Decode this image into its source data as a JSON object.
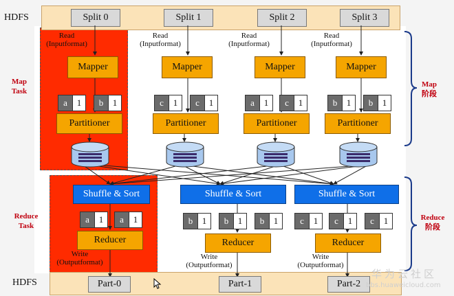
{
  "hdfs_top_label": "HDFS",
  "hdfs_bottom_label": "HDFS",
  "splits": [
    "Split 0",
    "Split 1",
    "Split 2",
    "Split 3"
  ],
  "read_label": "Read",
  "read_detail": "(Inputformat)",
  "mapper_label": "Mapper",
  "partitioner_label": "Partitioner",
  "map_kv": [
    [
      {
        "k": "a",
        "v": "1"
      },
      {
        "k": "b",
        "v": "1"
      }
    ],
    [
      {
        "k": "c",
        "v": "1"
      },
      {
        "k": "c",
        "v": "1"
      }
    ],
    [
      {
        "k": "a",
        "v": "1"
      },
      {
        "k": "c",
        "v": "1"
      }
    ],
    [
      {
        "k": "b",
        "v": "1"
      },
      {
        "k": "b",
        "v": "1"
      }
    ]
  ],
  "map_task_label": [
    "Map",
    "Task"
  ],
  "map_stage_label": [
    "Map",
    "阶段"
  ],
  "shuffle_label": "Shuffle & Sort",
  "reduce_kv": [
    [
      {
        "k": "a",
        "v": "1"
      },
      {
        "k": "a",
        "v": "1"
      }
    ],
    [
      {
        "k": "b",
        "v": "1"
      },
      {
        "k": "b",
        "v": "1"
      },
      {
        "k": "b",
        "v": "1"
      }
    ],
    [
      {
        "k": "c",
        "v": "1"
      },
      {
        "k": "c",
        "v": "1"
      },
      {
        "k": "c",
        "v": "1"
      }
    ]
  ],
  "reducer_label": "Reducer",
  "write_label": "Write",
  "write_detail": "(Outputformat)",
  "reduce_task_label": [
    "Reduce",
    "Task"
  ],
  "reduce_stage_label": [
    "Reduce",
    "阶段"
  ],
  "parts": [
    "Part-0",
    "Part-1",
    "Part-2"
  ],
  "watermark_cn": "华为云社区",
  "watermark_url": "bbs.huaweicloud.com",
  "colors": {
    "red_zone": "#ff2b00",
    "orange": "#f5a500",
    "blue": "#0f6fe8",
    "hdfs_band": "#fbe3b8",
    "bracket": "#1a3a8a",
    "side_text": "#c0000f"
  }
}
